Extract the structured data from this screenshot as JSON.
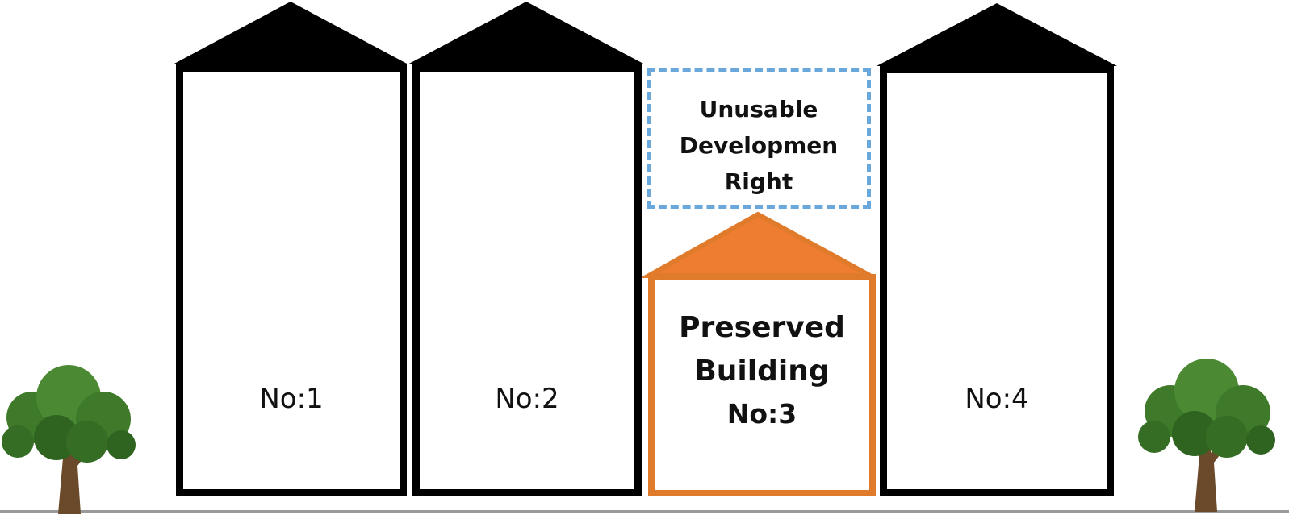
{
  "buildings": [
    {
      "label": "No:1"
    },
    {
      "label": "No:2"
    },
    {
      "label": "No:4"
    }
  ],
  "preserved": {
    "title_line1": "Preserved",
    "title_line2": "Building",
    "number": "No:3"
  },
  "unusable": {
    "line1": "Unusable",
    "line2": "Developmen",
    "line3": "Right"
  },
  "colors": {
    "building_outline": "#000000",
    "preserved_outline": "#e07b2c",
    "preserved_roof": "#ee7d31",
    "unusable_dashes": "#6aa8dc",
    "ground": "#9a9a9a"
  }
}
